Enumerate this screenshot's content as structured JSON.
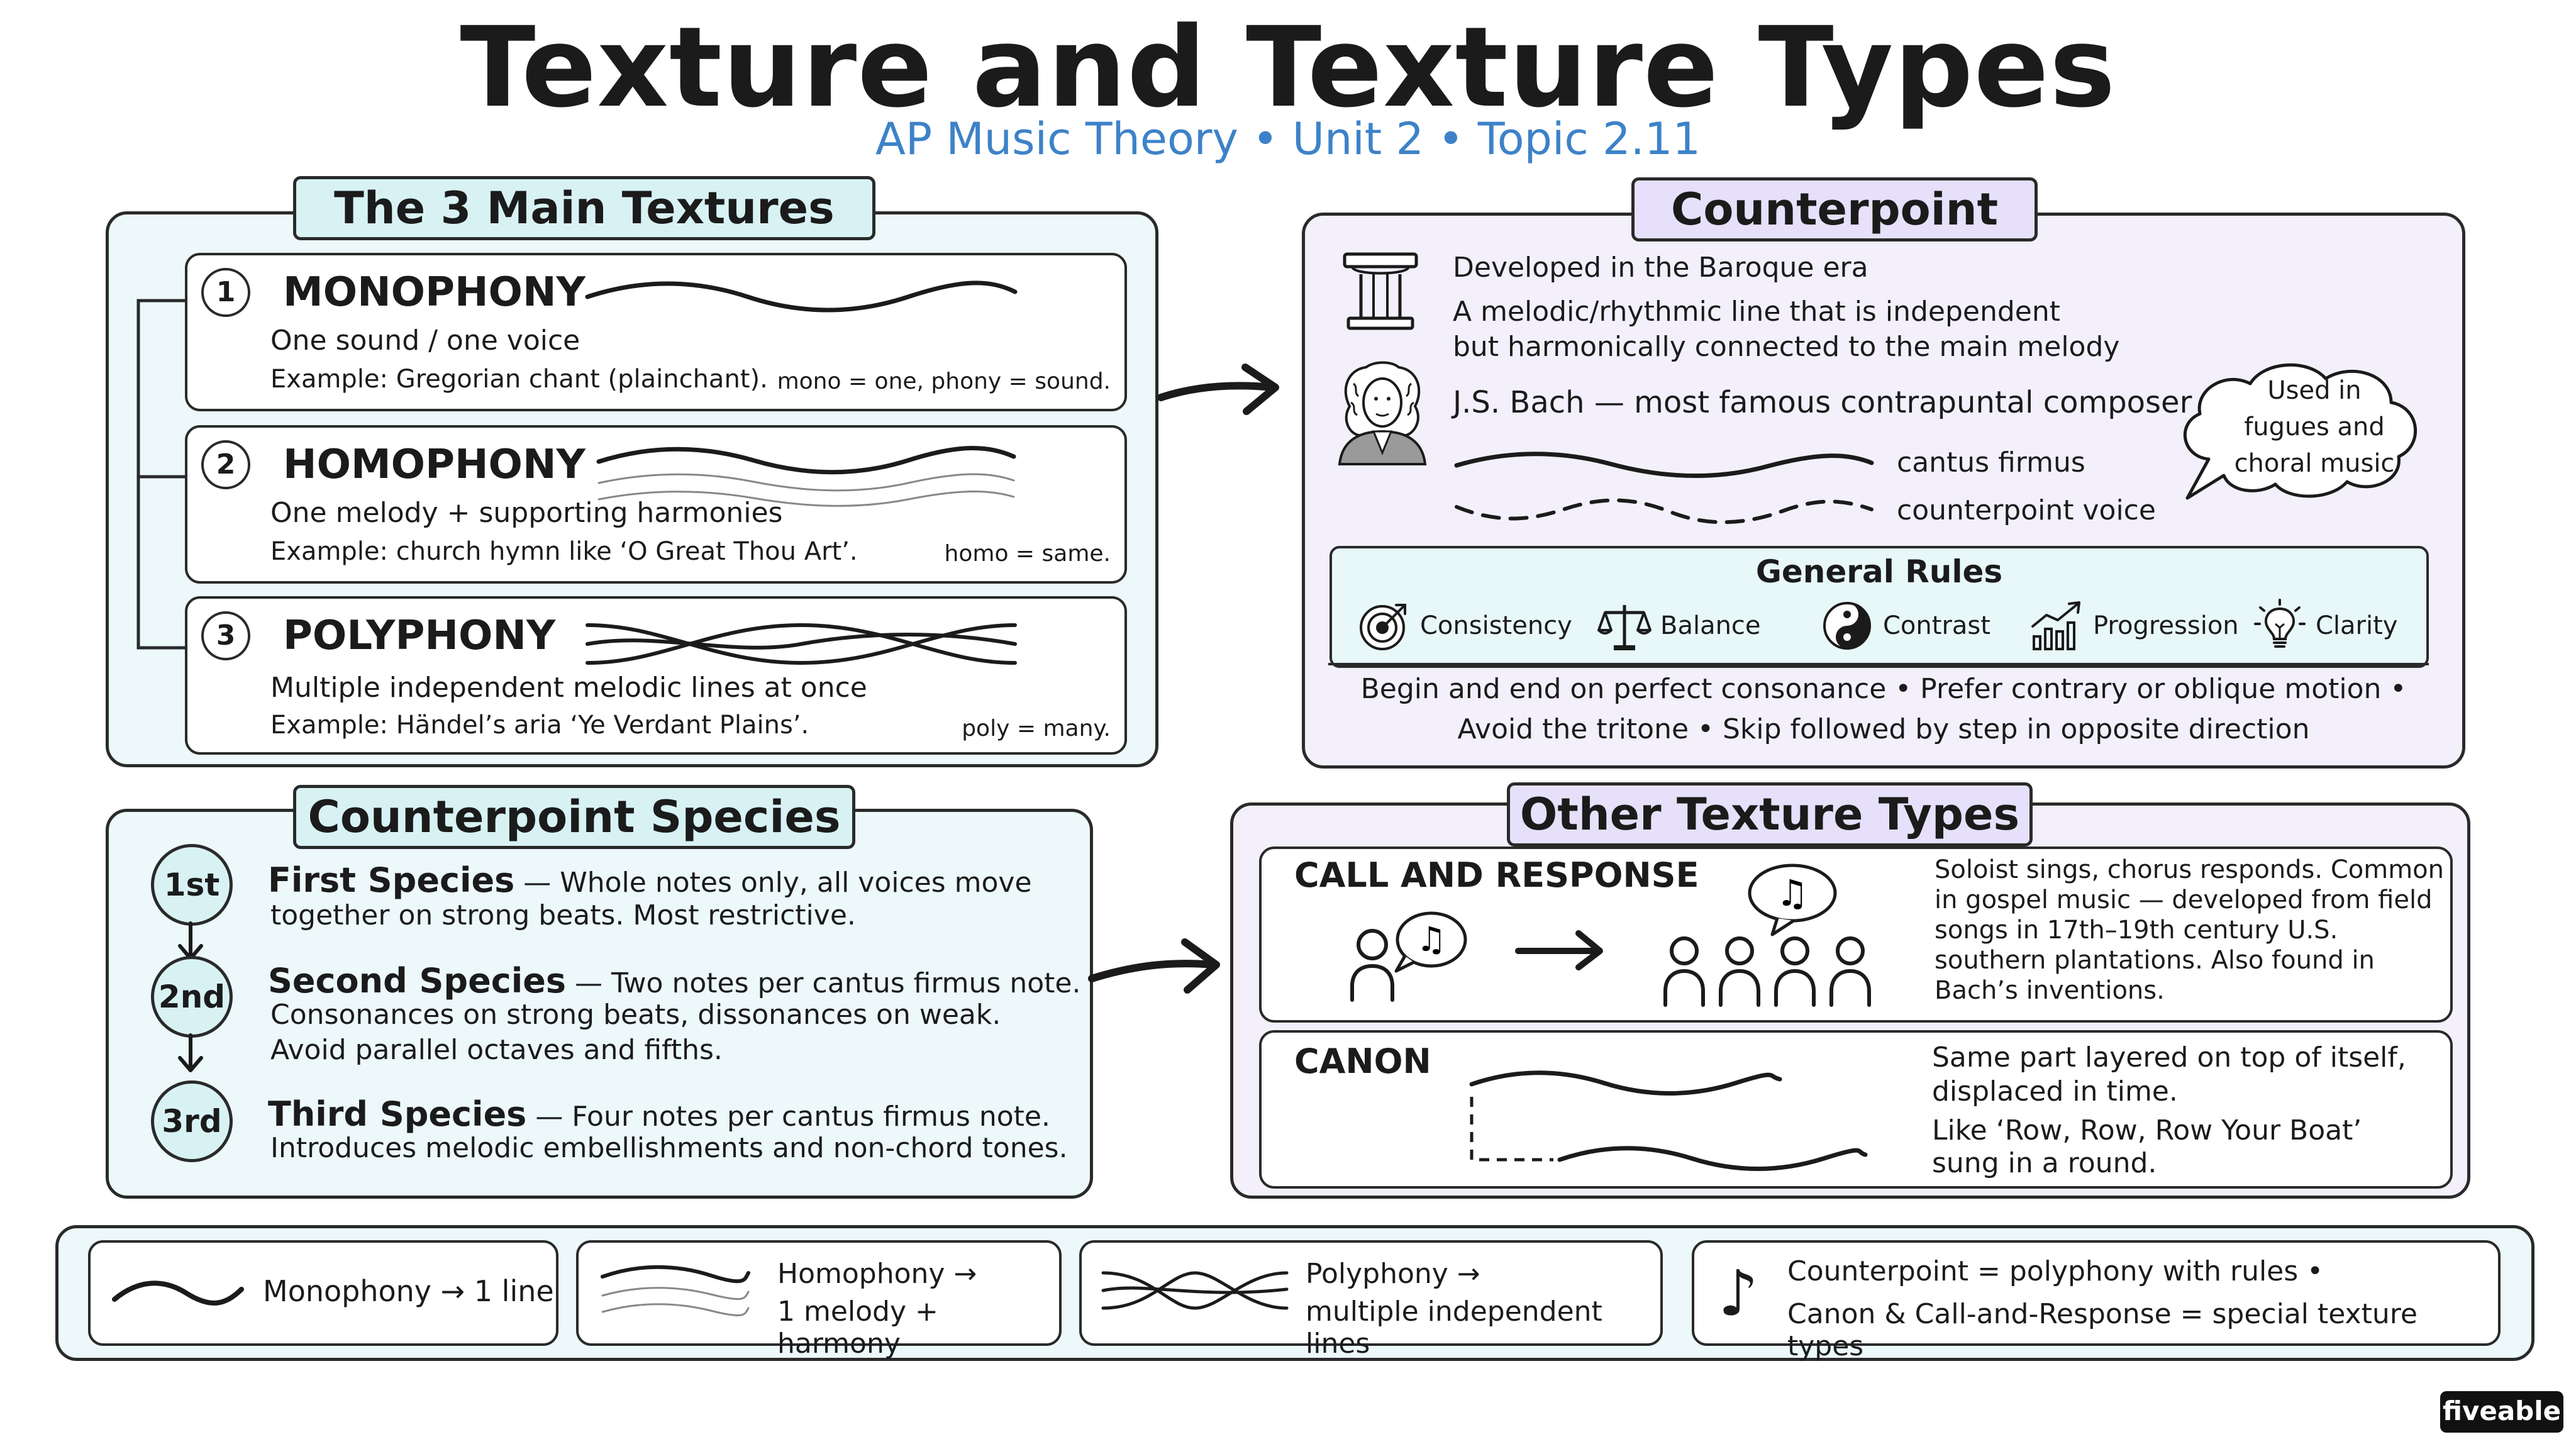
{
  "title": "Texture and Texture Types",
  "subtitle": "AP Music Theory • Unit 2 • Topic 2.11",
  "main_textures": {
    "heading": "The 3 Main Textures",
    "items": [
      {
        "number": "1",
        "name": "MONOPHONY",
        "desc": "One sound / one voice",
        "example": "Example: Gregorian chant (plainchant).",
        "etymology": "mono = one, phony = sound."
      },
      {
        "number": "2",
        "name": "HOMOPHONY",
        "desc": "One melody + supporting harmonies",
        "example": "Example: church hymn like ‘O Great Thou Art’.",
        "etymology": "homo = same."
      },
      {
        "number": "3",
        "name": "POLYPHONY",
        "desc": "Multiple independent melodic lines at once",
        "example": "Example: Händel’s aria ‘Ye Verdant Plains’.",
        "etymology": "poly = many."
      }
    ]
  },
  "counterpoint": {
    "heading": "Counterpoint",
    "line1": "Developed in the Baroque era",
    "line2": "A melodic/rhythmic line that is independent",
    "line3": "but harmonically connected to the main melody",
    "bach": "J.S. Bach — most famous contrapuntal composer",
    "cantus": "cantus firmus",
    "voice": "counterpoint voice",
    "bubble": [
      "Used in",
      "fugues and",
      "choral music"
    ],
    "rules_heading": "General Rules",
    "rules": [
      {
        "label": "Consistency",
        "icon": "target-icon"
      },
      {
        "label": "Balance",
        "icon": "scales-icon"
      },
      {
        "label": "Contrast",
        "icon": "yin-yang-icon"
      },
      {
        "label": "Progression",
        "icon": "growth-chart-icon"
      },
      {
        "label": "Clarity",
        "icon": "lightbulb-icon"
      }
    ],
    "footer1": "Begin and end on perfect consonance • Prefer contrary or oblique motion •",
    "footer2": "Avoid the tritone • Skip followed by step in opposite direction"
  },
  "species": {
    "heading": "Counterpoint Species",
    "items": [
      {
        "badge": "1st",
        "name": "First Species",
        "text1": " — Whole notes only, all voices move",
        "text2": "together on strong beats. Most restrictive.",
        "text3": ""
      },
      {
        "badge": "2nd",
        "name": "Second Species",
        "text1": " — Two notes per cantus firmus note.",
        "text2": "Consonances on strong beats, dissonances on weak.",
        "text3": "Avoid parallel octaves and fifths."
      },
      {
        "badge": "3rd",
        "name": "Third Species",
        "text1": " — Four notes per cantus firmus note.",
        "text2": "Introduces melodic embellishments and non-chord tones.",
        "text3": ""
      }
    ]
  },
  "other_types": {
    "heading": "Other Texture Types",
    "call": {
      "name": "CALL AND RESPONSE",
      "desc": [
        "Soloist sings, chorus responds. Common",
        "in gospel music — developed from field",
        "songs in 17th–19th century U.S.",
        "southern plantations. Also found in",
        "Bach’s inventions."
      ]
    },
    "canon": {
      "name": "CANON",
      "desc": [
        "Same part layered on top of itself,",
        "displaced in time.",
        "Like ‘Row, Row, Row Your Boat’",
        "sung in a round."
      ]
    }
  },
  "summary": {
    "mono": "Monophony → 1 line",
    "homo1": "Homophony →",
    "homo2": "1 melody + harmony",
    "poly1": "Polyphony →",
    "poly2": "multiple independent lines",
    "cp1": "Counterpoint = polyphony with rules •",
    "cp2": "Canon & Call-and-Response = special texture types"
  },
  "brand": "fiveable"
}
